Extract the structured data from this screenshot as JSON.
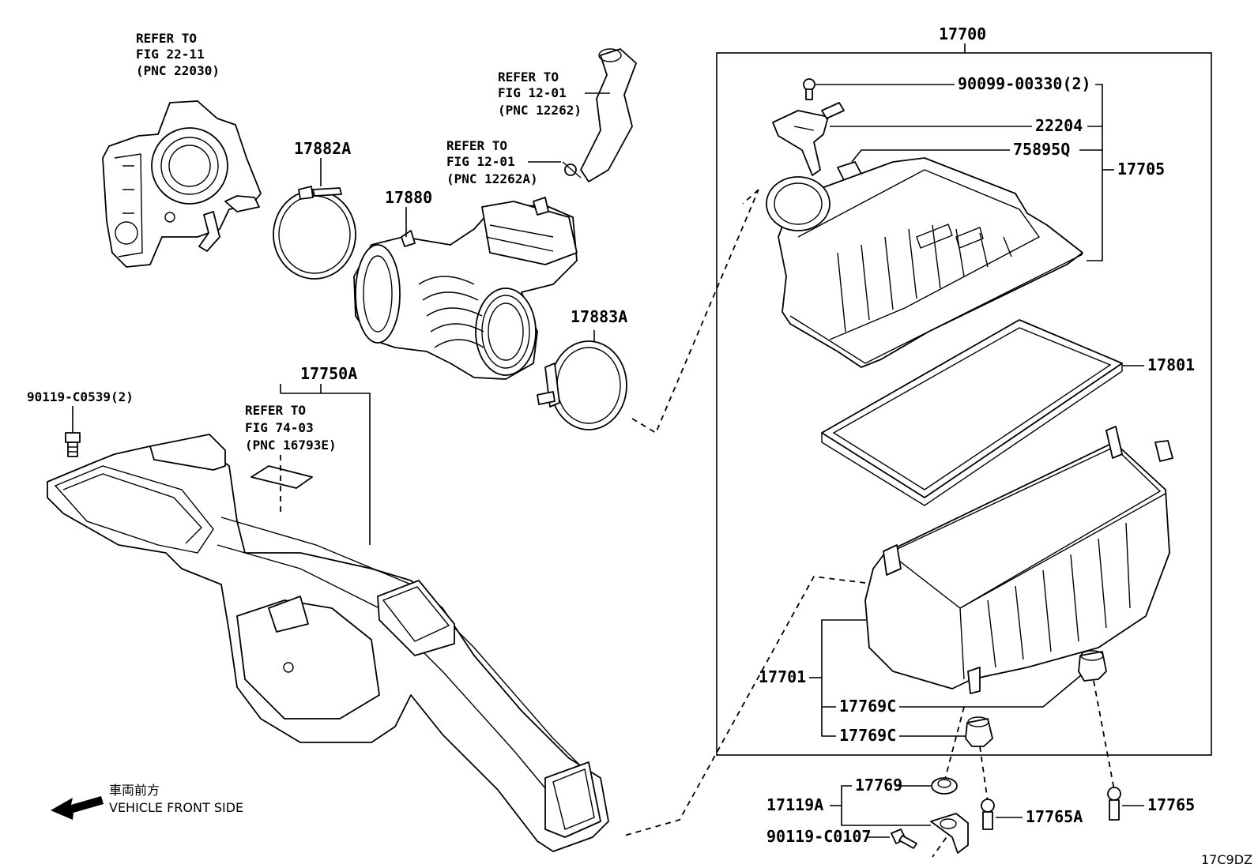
{
  "labels": {
    "p17700": "17700",
    "p90099": "90099-00330(2)",
    "p22204": "22204",
    "p75895q": "75895Q",
    "p17705": "17705",
    "p17801": "17801",
    "p17701": "17701",
    "p17769c_a": "17769C",
    "p17769c_b": "17769C",
    "p17769": "17769",
    "p17119a": "17119A",
    "p90119c0107": "90119-C0107",
    "p17765a": "17765A",
    "p17765": "17765",
    "p17882a": "17882A",
    "p17880": "17880",
    "p17883a": "17883A",
    "p17750a": "17750A",
    "p90119c0539": "90119-C0539(2)",
    "code": "17C9DZ"
  },
  "refs": {
    "throttle": [
      "REFER TO",
      "FIG 22-11",
      "(PNC 22030)"
    ],
    "hose": [
      "REFER TO",
      "FIG 12-01",
      "(PNC 12262)"
    ],
    "clip": [
      "REFER TO",
      "FIG 12-01",
      "(PNC 12262A)"
    ],
    "duct": [
      "REFER TO",
      "FIG 74-03",
      "(PNC 16793E)"
    ]
  },
  "direction": {
    "jp": "車両前方",
    "en": "VEHICLE FRONT SIDE"
  },
  "icons": [
    "bolt-icon",
    "arrow-left-icon"
  ]
}
